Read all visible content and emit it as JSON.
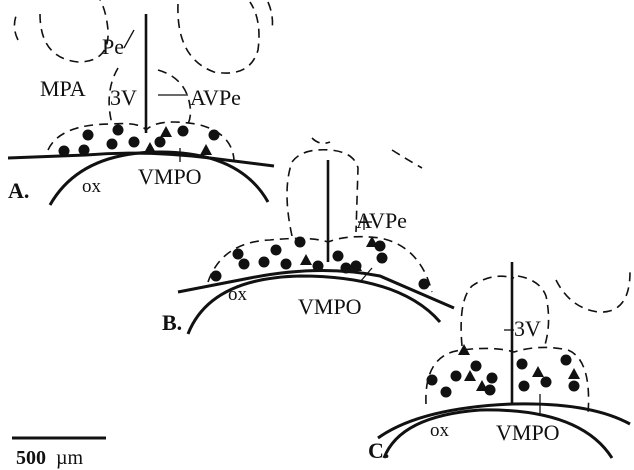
{
  "figure": {
    "panel_a": {
      "panel_label": "A.",
      "labels": {
        "pe": "Pe",
        "mpa": "MPA",
        "third_ventricle": "3V",
        "avpe": "AVPe",
        "optic_chiasm": "ox",
        "vmpo": "VMPO"
      }
    },
    "panel_b": {
      "panel_label": "B.",
      "labels": {
        "avpe": "AVPe",
        "optic_chiasm": "ox",
        "vmpo": "VMPO"
      }
    },
    "panel_c": {
      "panel_label": "C.",
      "labels": {
        "third_ventricle": "3V",
        "optic_chiasm": "ox",
        "vmpo": "VMPO"
      }
    },
    "scale_bar": {
      "value": "500",
      "unit": "µm"
    },
    "marker_legend": {
      "circle": "filled-circle-marker",
      "triangle": "filled-triangle-marker"
    }
  }
}
